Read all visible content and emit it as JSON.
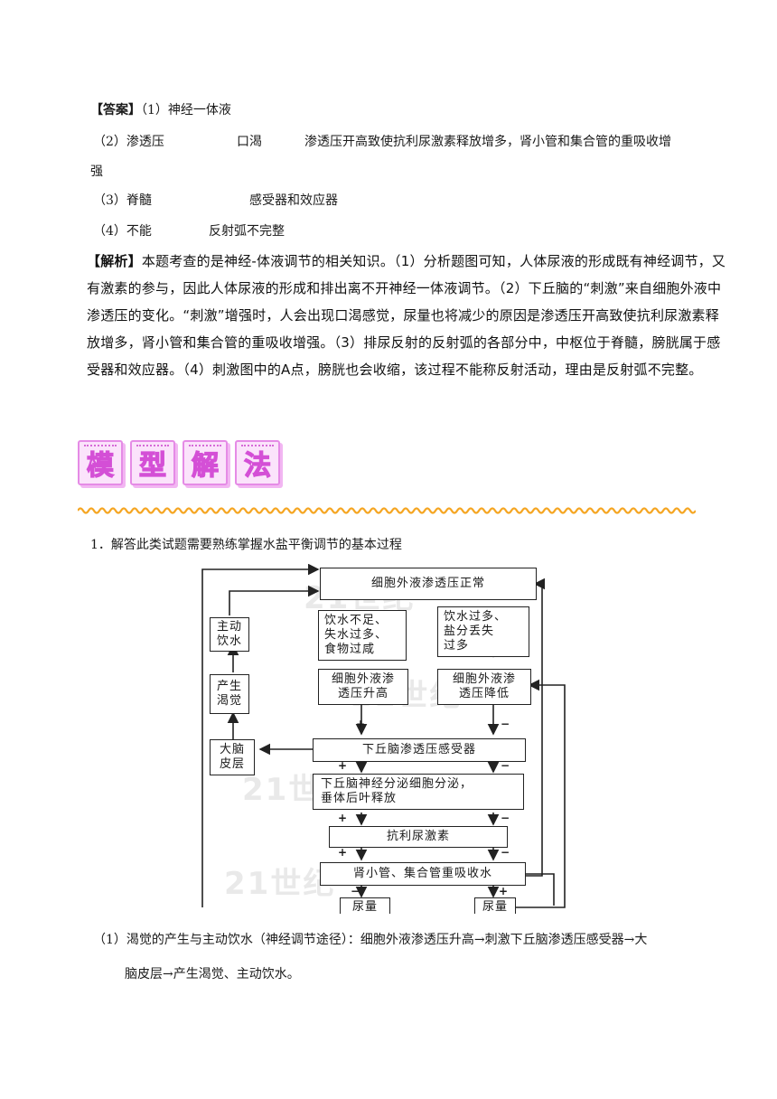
{
  "answer": {
    "line1_label": "【答案】",
    "line1_text": "（1）神经一体液",
    "line2_a": "（2）渗透压",
    "line2_b": "口渴",
    "line2_c": "渗透压开高致使抗利尿激素释放增多，肾小管和集合管的重吸收增",
    "line2_d": "强",
    "line3_a": "（3）脊髓",
    "line3_b": "感受器和效应器",
    "line4_a": "（4）不能",
    "line4_b": "反射弧不完整"
  },
  "analysis": {
    "label": "【解析】",
    "text": "本题考查的是神经-体液调节的相关知识。（1）分析题图可知，人体尿液的形成既有神经调节，又有激素的参与，因此人体尿液的形成和排出离不开神经一体液调节。（2）下丘脑的“刺激”来自细胞外液中渗透压的变化。“刺激”增强时，人会出现口渴感觉，尿量也将减少的原因是渗透压开高致使抗利尿激素释放增多，肾小管和集合管的重吸收增强。（3）排尿反射的反射弧的各部分中，中枢位于脊髓，膀胱属于感受器和效应器。（4）刺激图中的A点，膀胱也会收缩，该过程不能称反射活动，理由是反射弧不完整。"
  },
  "banner": {
    "chars": [
      "模",
      "型",
      "解",
      "法"
    ]
  },
  "section1": {
    "title": "1．解答此类试题需要熟练掌握水盐平衡调节的基本过程"
  },
  "diagram": {
    "top": "细胞外液渗透压正常",
    "zhudong": "主动\n饮水",
    "left_cause": "饮水不足、\n失水过多、\n食物过咸",
    "right_cause": "饮水过多、\n盐分丢失\n过多",
    "chansheng": "产生\n渴觉",
    "rise": "细胞外液渗\n透压升高",
    "fall": "细胞外液渗\n透压降低",
    "dano": "大脑\n皮层",
    "receptor": "下丘脑渗透压感受器",
    "secrete": "下丘脑神经分泌细胞分泌，\n垂体后叶释放",
    "adh": "抗利尿激素",
    "kidney": "肾小管、集合管重吸收水",
    "urine_left": "尿量",
    "urine_right": "尿量",
    "plus": "+",
    "minus": "−",
    "watermark": "21世纪"
  },
  "point1": {
    "text_a": "（1）渴觉的产生与主动饮水（神经调节途径）：细胞外液渗透压升高→刺激下丘脑渗透压感受器→大",
    "text_b": "脑皮层→产生渴觉、主动饮水。"
  }
}
